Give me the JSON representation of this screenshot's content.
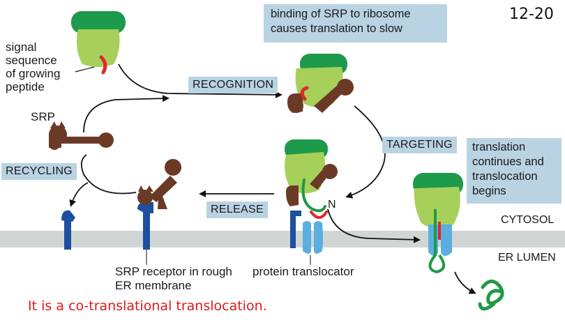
{
  "figure_number": "12-20",
  "captions": {
    "srp_binding": [
      "binding of SRP to ribosome",
      "causes translation to slow"
    ],
    "translation_continues": [
      "translation",
      "continues and",
      "translocation",
      "begins"
    ]
  },
  "labels": {
    "signal_sequence": [
      "signal",
      "sequence",
      "of growing",
      "peptide"
    ],
    "srp": "SRP",
    "srp_receptor": [
      "SRP receptor in rough",
      "ER membrane"
    ],
    "protein_translocator": "protein translocator",
    "n_terminus": "N",
    "cytosol": "CYTOSOL",
    "er_lumen": "ER LUMEN"
  },
  "steps": {
    "recognition": "RECOGNITION",
    "targeting": "TARGETING",
    "release": "RELEASE",
    "recycling": "RECYCLING"
  },
  "footnote": "It is a co-translational translocation.",
  "colors": {
    "ribosome_large": "#1d9a4b",
    "ribosome_small": "#a6d05a",
    "srp": "#6b3a26",
    "receptor": "#1e4fa0",
    "translocator": "#5aaee0",
    "signal": "#e2262e",
    "peptide": "#1f9a46",
    "membrane": "#cfd6d4",
    "label_box": "#b9d3e3",
    "footnote": "#e11818"
  }
}
